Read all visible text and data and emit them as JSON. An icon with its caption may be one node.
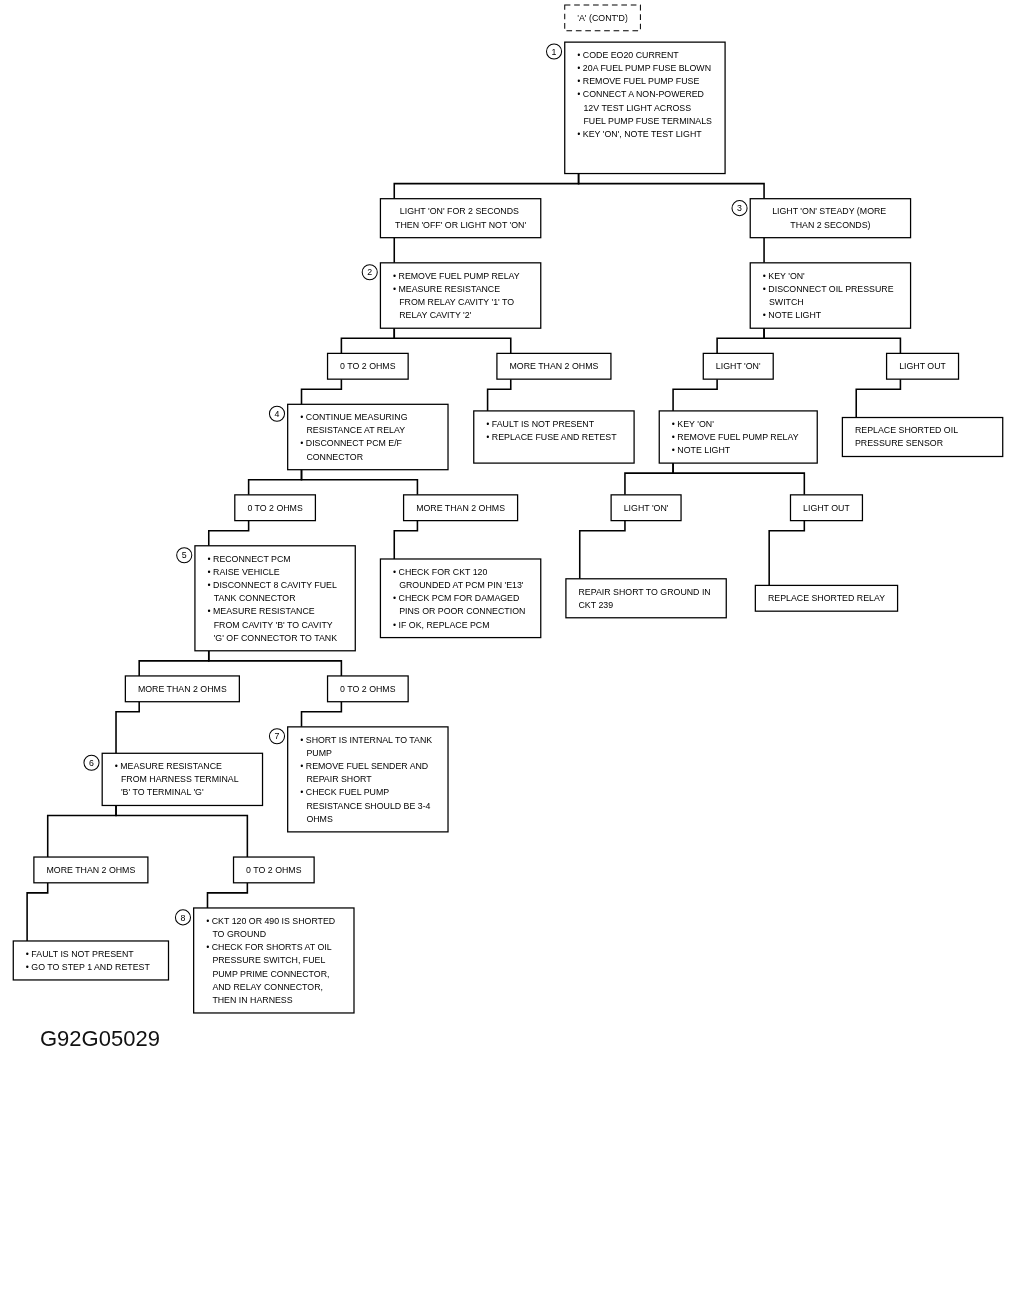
{
  "diagram": {
    "nodes": [
      {
        "text": [
          "'A' (CONT'D)"
        ]
      },
      {
        "text": [
          "• CODE EO20 CURRENT",
          "• 20A FUEL PUMP FUSE BLOWN",
          "• REMOVE FUEL PUMP FUSE",
          "• CONNECT A NON-POWERED 12V TEST LIGHT ACROSS FUEL PUMP FUSE TERMINALS",
          "• KEY 'ON', NOTE TEST LIGHT"
        ],
        "beside": [
          "1"
        ]
      },
      {
        "text": [
          "LIGHT 'ON' FOR 2 SECONDS THEN 'OFF' OR LIGHT NOT 'ON'"
        ]
      },
      {
        "text": [
          "• REMOVE FUEL PUMP RELAY",
          "• MEASURE RESISTANCE FROM RELAY CAVITY '1' TO RELAY CAVITY '2'"
        ],
        "beside": [
          "2"
        ]
      },
      {
        "text": [
          "LIGHT 'ON' STEADY (MORE THAN 2 SECONDS)"
        ],
        "beside": [
          "3"
        ]
      },
      {
        "text": [
          "• KEY 'ON'",
          "• DISCONNECT OIL PRESSURE SWITCH",
          "• NOTE LIGHT"
        ]
      },
      {
        "text": [
          "0 TO 2 OHMS"
        ]
      },
      {
        "text": [
          "MORE THAN 2 OHMS"
        ]
      },
      {
        "text": [
          "• CONTINUE MEASURING RESISTANCE AT RELAY",
          "• DISCONNECT PCM E/F CONNECTOR"
        ],
        "beside": [
          "4"
        ]
      },
      {
        "text": [
          "• FAULT IS NOT PRESENT",
          "• REPLACE FUSE AND RETEST"
        ]
      },
      {
        "text": [
          "LIGHT 'ON'"
        ]
      },
      {
        "text": [
          "LIGHT OUT"
        ]
      },
      {
        "text": [
          "• KEY 'ON'",
          "• REMOVE FUEL PUMP RELAY",
          "• NOTE LIGHT"
        ]
      },
      {
        "text": [
          "REPLACE SHORTED OIL PRESSURE SENSOR"
        ]
      },
      {
        "text": [
          "LIGHT 'ON'"
        ]
      },
      {
        "text": [
          "LIGHT OUT"
        ]
      },
      {
        "text": [
          "REPAIR SHORT TO GROUND IN CKT 239"
        ]
      },
      {
        "text": [
          "REPLACE SHORTED RELAY"
        ]
      },
      {
        "text": [
          "0 TO 2 OHMS"
        ]
      },
      {
        "text": [
          "MORE THAN 2 OHMS"
        ]
      },
      {
        "text": [
          "• RECONNECT PCM",
          "• RAISE VEHICLE",
          "• DISCONNECT 8 CAVITY FUEL TANK CONNECTOR",
          "• MEASURE RESISTANCE FROM CAVITY 'B' TO CAVITY 'G' OF CONNECTOR TO TANK"
        ],
        "beside": [
          "5"
        ]
      },
      {
        "text": [
          "• CHECK FOR CKT 120 GROUNDED AT PCM PIN 'E13'",
          "• CHECK PCM FOR DAMAGED PINS OR POOR CONNECTION",
          "• IF OK, REPLACE PCM"
        ]
      },
      {
        "text": [
          "MORE THAN 2 OHMS"
        ]
      },
      {
        "text": [
          "0 TO 2 OHMS"
        ]
      },
      {
        "text": [
          "• MEASURE RESISTANCE FROM HARNESS TERMINAL 'B' TO TERMINAL 'G'"
        ],
        "beside": [
          "6"
        ]
      },
      {
        "text": [
          "• SHORT IS INTERNAL TO TANK PUMP",
          "• REMOVE FUEL SENDER AND REPAIR SHORT",
          "• CHECK FUEL PUMP RESISTANCE SHOULD BE 3-4 OHMS"
        ],
        "beside": [
          "7"
        ]
      },
      {
        "text": [
          "MORE THAN 2 OHMS"
        ]
      },
      {
        "text": [
          "0 TO 2 OHMS"
        ]
      },
      {
        "text": [
          "• FAULT IS NOT PRESENT",
          "• GO TO STEP 1 AND RETEST"
        ]
      },
      {
        "text": [
          "• CKT 120 OR 490 IS SHORTED TO GROUND",
          "• CHECK FOR SHORTS AT OIL PRESSURE SWITCH, FUEL PUMP PRIME CONNECTOR, AND RELAY CONNECTOR, THEN IN HARNESS"
        ],
        "beside": [
          "8"
        ]
      }
    ],
    "edges": [
      {
        "from": 1,
        "to": 2,
        "arrow": "none"
      },
      {
        "from": 1,
        "to": 4,
        "arrow": "none"
      },
      {
        "from": 2,
        "to": 3,
        "arrow": "none"
      },
      {
        "from": 4,
        "to": 5,
        "arrow": "none"
      },
      {
        "from": 3,
        "to": 6,
        "arrow": "none"
      },
      {
        "from": 3,
        "to": 7,
        "arrow": "none"
      },
      {
        "from": 6,
        "to": 8,
        "arrow": "none"
      },
      {
        "from": 7,
        "to": 9,
        "arrow": "none"
      },
      {
        "from": 5,
        "to": 10,
        "arrow": "none"
      },
      {
        "from": 5,
        "to": 11,
        "arrow": "none"
      },
      {
        "from": 10,
        "to": 12,
        "arrow": "none"
      },
      {
        "from": 11,
        "to": 13,
        "arrow": "none"
      },
      {
        "from": 12,
        "to": 14,
        "arrow": "none"
      },
      {
        "from": 12,
        "to": 15,
        "arrow": "none"
      },
      {
        "from": 14,
        "to": 16,
        "arrow": "none"
      },
      {
        "from": 15,
        "to": 17,
        "arrow": "none"
      },
      {
        "from": 8,
        "to": 18,
        "arrow": "none"
      },
      {
        "from": 8,
        "to": 19,
        "arrow": "none"
      },
      {
        "from": 18,
        "to": 20,
        "arrow": "none"
      },
      {
        "from": 19,
        "to": 21,
        "arrow": "none"
      },
      {
        "from": 20,
        "to": 22,
        "arrow": "none"
      },
      {
        "from": 20,
        "to": 23,
        "arrow": "none"
      },
      {
        "from": 22,
        "to": 24,
        "arrow": "none"
      },
      {
        "from": 23,
        "to": 25,
        "arrow": "none"
      },
      {
        "from": 24,
        "to": 26,
        "arrow": "none"
      },
      {
        "from": 24,
        "to": 27,
        "arrow": "none"
      },
      {
        "from": 26,
        "to": 28,
        "arrow": "none"
      },
      {
        "from": 27,
        "to": 29,
        "arrow": "none"
      }
    ],
    "labels": [
      "G92G05029"
    ]
  }
}
